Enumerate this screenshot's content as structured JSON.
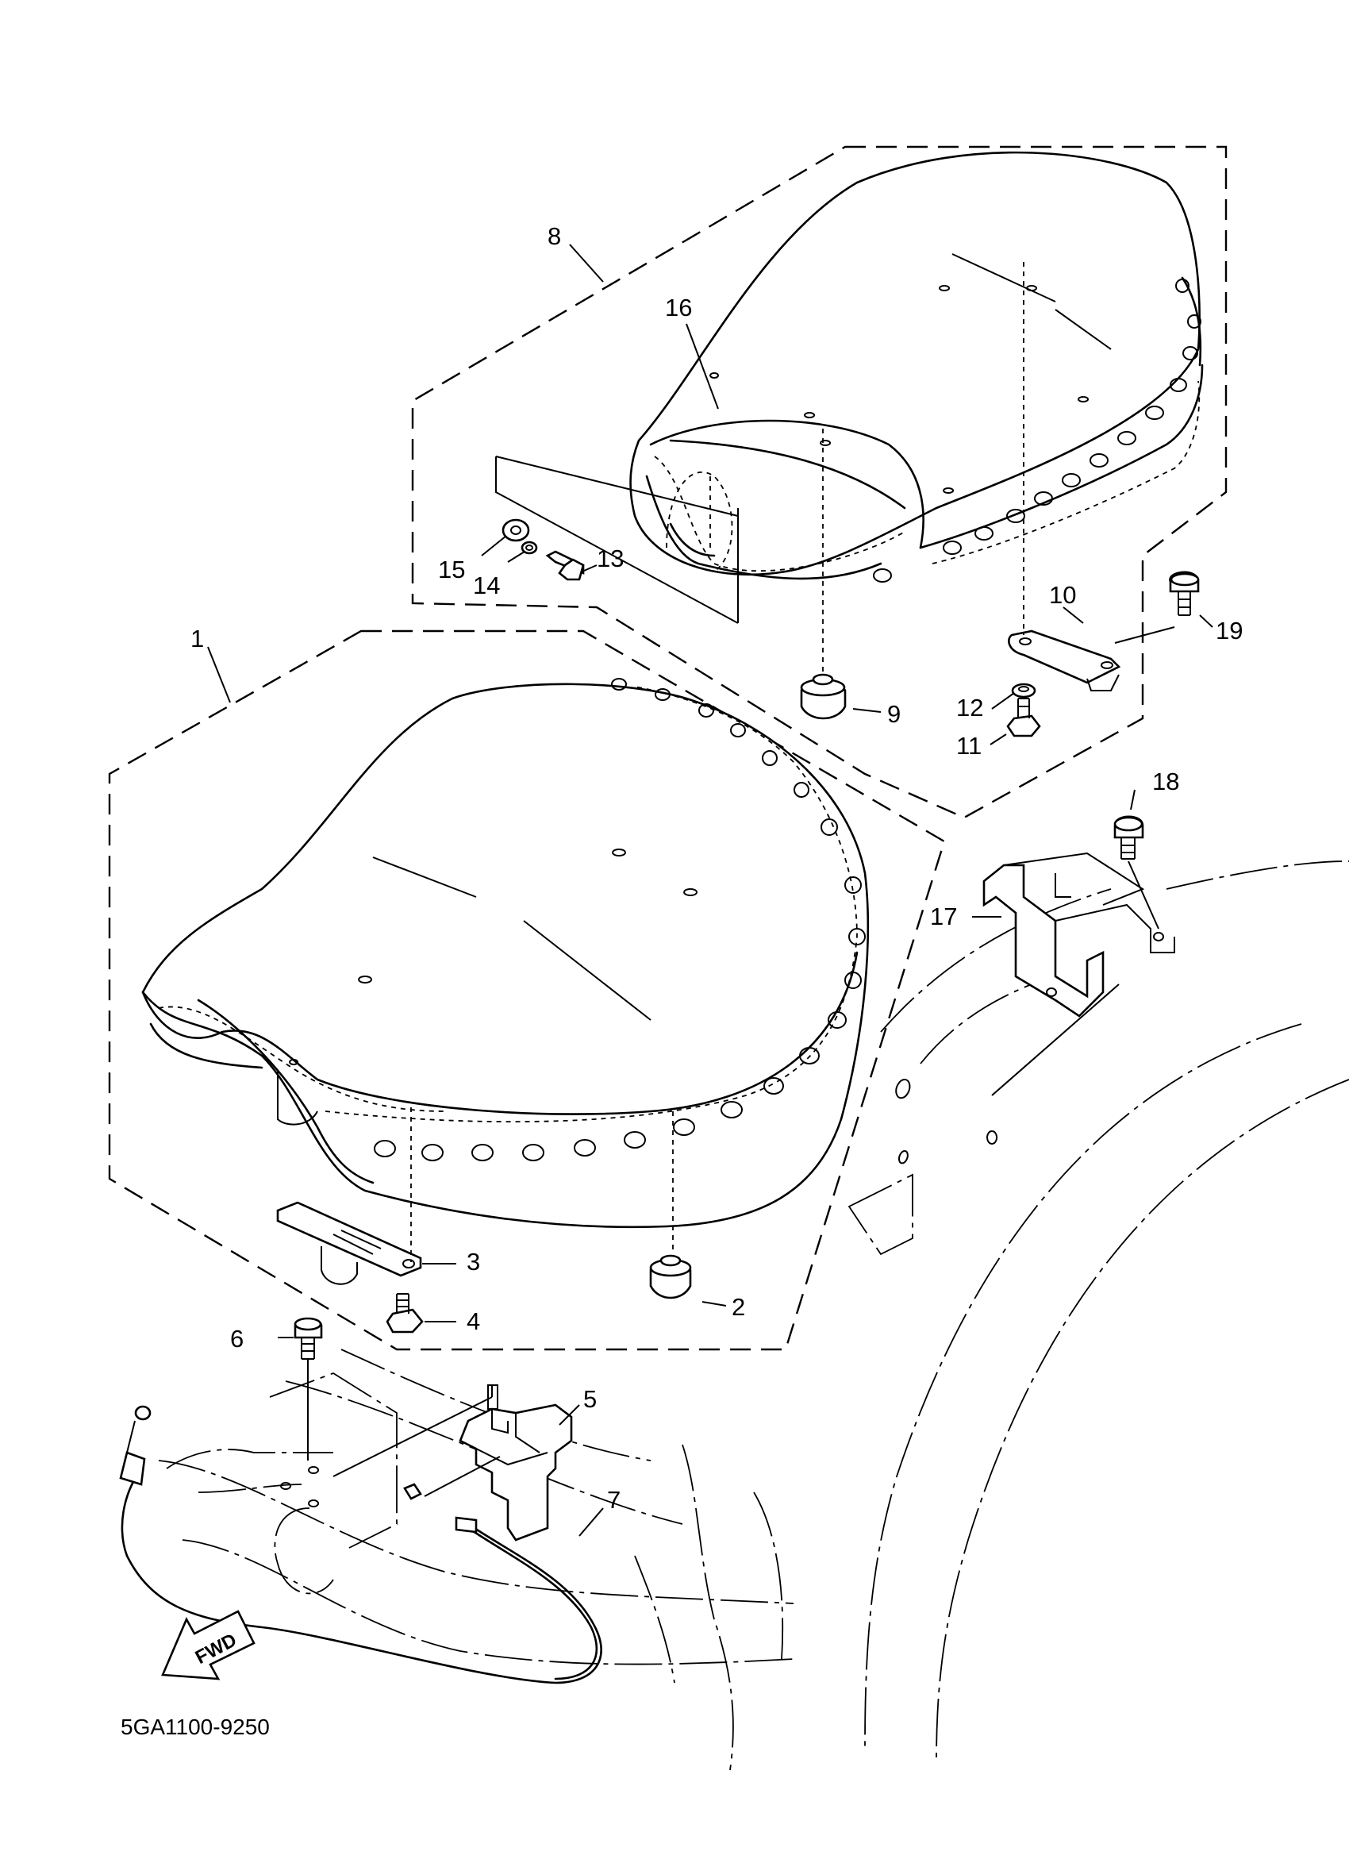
{
  "diagram": {
    "drawing_code": "5GA1100-9250",
    "fwd_arrow_text": "FWD",
    "callouts": {
      "c1": "1",
      "c2": "2",
      "c3": "3",
      "c4": "4",
      "c5": "5",
      "c6": "6",
      "c7": "7",
      "c8": "8",
      "c9": "9",
      "c10": "10",
      "c11": "11",
      "c12": "12",
      "c13": "13",
      "c14": "14",
      "c15": "15",
      "c16": "16",
      "c17": "17",
      "c18": "18",
      "c19": "19"
    }
  }
}
